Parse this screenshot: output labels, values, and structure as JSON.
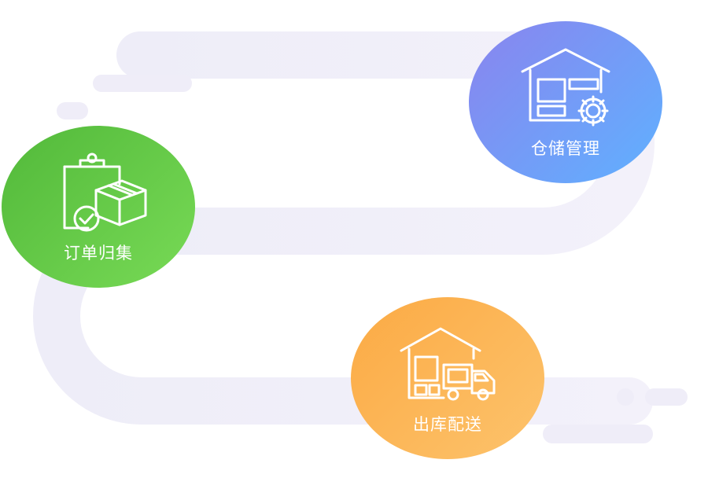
{
  "colors": {
    "path": "#f0eef9",
    "order_circle": [
      "#52b93a",
      "#78da56"
    ],
    "warehouse_circle": [
      "#8a84ee",
      "#5fb1ff"
    ],
    "delivery_circle": [
      "#fbaa44",
      "#fdc36c"
    ]
  },
  "steps": [
    {
      "label": "订单归集",
      "icon": "clipboard-package-check-icon"
    },
    {
      "label": "仓储管理",
      "icon": "warehouse-gear-icon"
    },
    {
      "label": "出库配送",
      "icon": "warehouse-truck-icon"
    }
  ]
}
